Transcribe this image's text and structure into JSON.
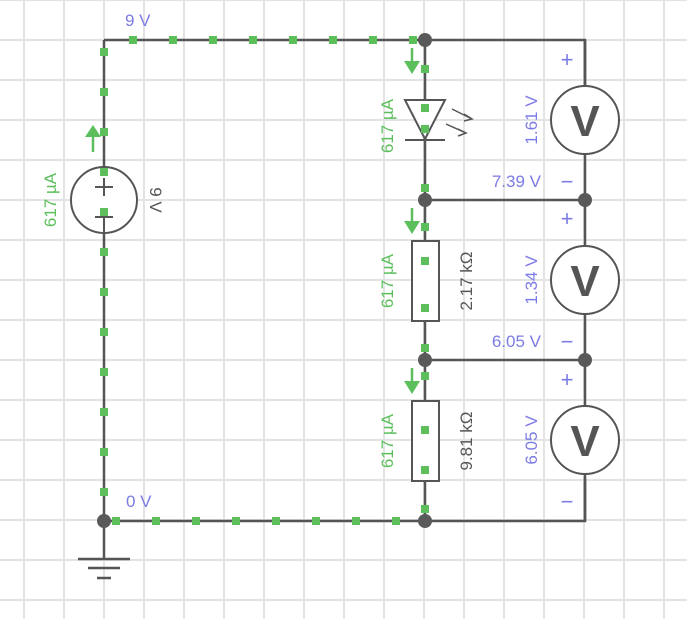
{
  "circuit": {
    "nodes": {
      "top_voltage": "9 V",
      "bottom_voltage": "0 V",
      "led_resistor_junction": "7.39 V",
      "resistor_junction": "6.05 V"
    },
    "battery": {
      "label": "9 V",
      "current": "617 µA"
    },
    "led": {
      "current": "617 µA"
    },
    "resistor1": {
      "label": "2.17 kΩ",
      "current": "617 µA"
    },
    "resistor2": {
      "label": "9.81 kΩ",
      "current": "617 µA"
    },
    "voltmeters": [
      {
        "reading": "1.61 V",
        "symbol": "V",
        "plus": "+",
        "minus": "−"
      },
      {
        "reading": "1.34 V",
        "symbol": "V",
        "plus": "+",
        "minus": "−"
      },
      {
        "reading": "6.05 V",
        "symbol": "V",
        "plus": "+",
        "minus": "−"
      }
    ],
    "colors": {
      "wire": "#555555",
      "current": "#5cbf5c",
      "voltage": "#7b7be6",
      "grid": "#e3e3e3"
    }
  }
}
